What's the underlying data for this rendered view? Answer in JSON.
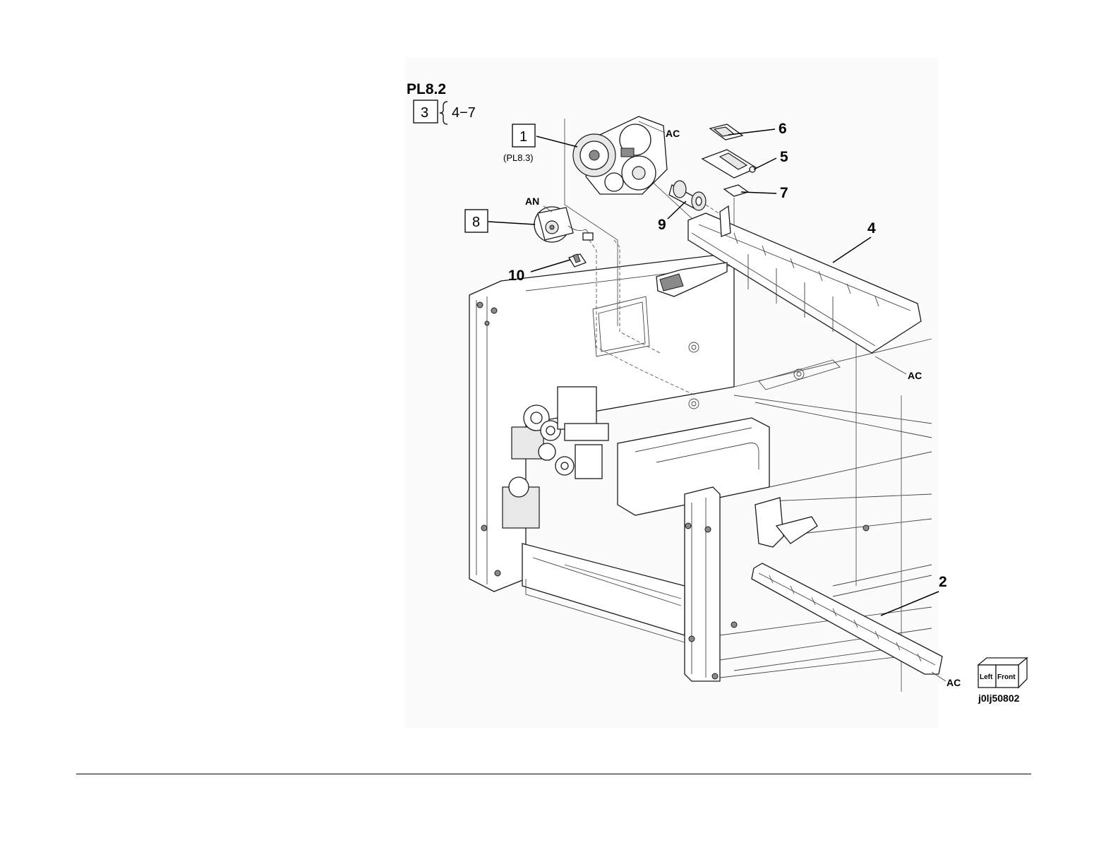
{
  "title": "PL8.2",
  "kit_ref": {
    "box_number": "3",
    "range": "4−7"
  },
  "callouts": {
    "c1": {
      "number": "1",
      "ref": "(PL8.3)"
    },
    "c2": "2",
    "c4": "4",
    "c5": "5",
    "c6": "6",
    "c7": "7",
    "c8": "8",
    "c9": "9",
    "c10": "10"
  },
  "connection_labels": {
    "ac_top": "AC",
    "ac_right": "AC",
    "ac_bottom": "AC",
    "an": "AN"
  },
  "orientation": {
    "left": "Left",
    "front": "Front"
  },
  "figure_id": "j0lj50802"
}
